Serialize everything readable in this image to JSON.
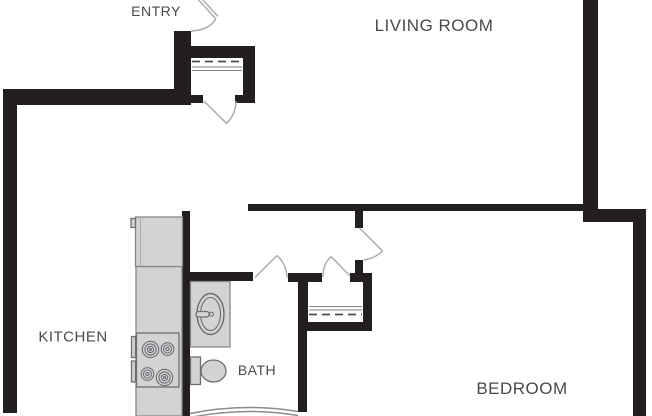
{
  "labels": {
    "entry": "ENTRY",
    "living_room": "LIVING ROOM",
    "kitchen": "KITCHEN",
    "bath": "BATH",
    "bedroom": "BEDROOM"
  },
  "fixtures": [
    "refrigerator",
    "kitchen-counter",
    "stove-4-burners",
    "bath-vanity",
    "bath-sink",
    "faucet",
    "toilet",
    "bathtub-edge",
    "entry-closet-shelf-and-rod",
    "linen-closet-shelf-and-rod",
    "entry-door-swing",
    "entry-closet-door-swing",
    "bath-door-swing",
    "linen-closet-door-swing",
    "bedroom-door-swing"
  ],
  "colors": {
    "wall": "#231f20",
    "fixture_fill": "#d2d3d5",
    "fixture_stroke": "#85878a",
    "fixture_stroke_dark": "#6d6e71",
    "door_line": "#a7a9ac",
    "shelf_line": "#808285",
    "rod_line": "#4d4d4f",
    "tub_line": "#8a8c8f",
    "label_text": "#48494b",
    "background": "#ffffff"
  }
}
